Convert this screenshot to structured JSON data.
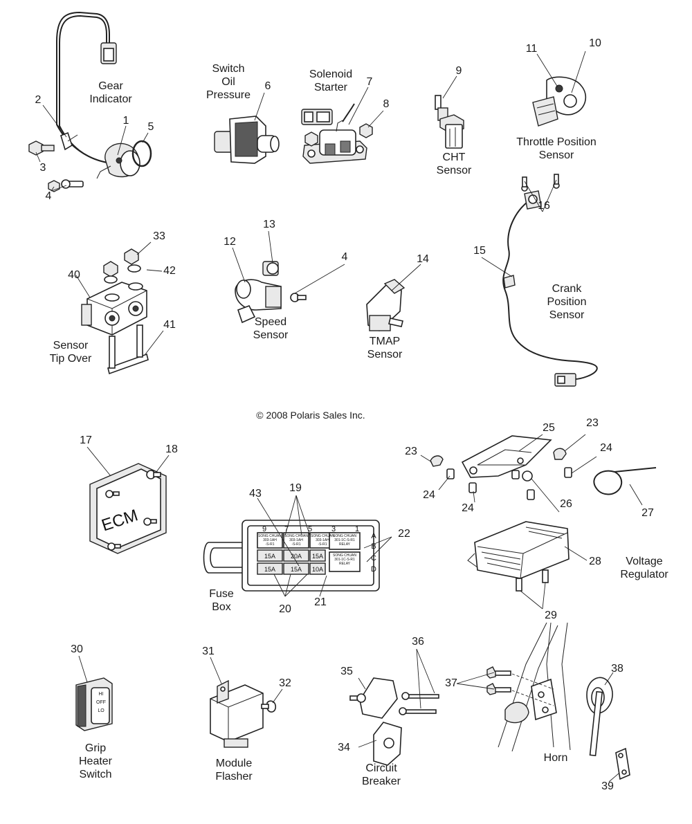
{
  "copyright": "© 2008 Polaris Sales Inc.",
  "groups": {
    "gear_indicator": [
      "Gear",
      "Indicator"
    ],
    "switch_oil_pressure": [
      "Switch",
      "Oil",
      "Pressure"
    ],
    "solenoid_starter": [
      "Solenoid",
      "Starter"
    ],
    "cht_sensor": [
      "CHT",
      "Sensor"
    ],
    "throttle_position_sensor": [
      "Throttle Position",
      "Sensor"
    ],
    "sensor_tip_over": [
      "Sensor",
      "Tip Over"
    ],
    "speed_sensor": [
      "Speed",
      "Sensor"
    ],
    "tmap_sensor": [
      "TMAP",
      "Sensor"
    ],
    "crank_position_sensor": [
      "Crank",
      "Position",
      "Sensor"
    ],
    "voltage_regulator": [
      "Voltage",
      "Regulator"
    ],
    "fuse_box": [
      "Fuse",
      "Box"
    ],
    "grip_heater_switch": [
      "Grip",
      "Heater",
      "Switch"
    ],
    "module_flasher": [
      "Module",
      "Flasher"
    ],
    "circuit_breaker": [
      "Circuit",
      "Breaker"
    ],
    "horn": [
      "Horn"
    ]
  },
  "callouts": {
    "c1": "1",
    "c2": "2",
    "c3": "3",
    "c4a": "4",
    "c4b": "4",
    "c5": "5",
    "c6": "6",
    "c7": "7",
    "c8": "8",
    "c9": "9",
    "c10": "10",
    "c11": "11",
    "c12": "12",
    "c13": "13",
    "c14": "14",
    "c15": "15",
    "c16": "16",
    "c17": "17",
    "c18": "18",
    "c19": "19",
    "c20": "20",
    "c21": "21",
    "c22": "22",
    "c23a": "23",
    "c23b": "23",
    "c24a": "24",
    "c24b": "24",
    "c24c": "24",
    "c25": "25",
    "c26": "26",
    "c27": "27",
    "c28": "28",
    "c29": "29",
    "c30": "30",
    "c31": "31",
    "c32": "32",
    "c33": "33",
    "c34": "34",
    "c35": "35",
    "c36": "36",
    "c37": "37",
    "c38": "38",
    "c39": "39",
    "c40": "40",
    "c41": "41",
    "c42": "42",
    "c43": "43"
  },
  "ecm_text": "ECM",
  "fuse_box": {
    "top_numbers": [
      "9",
      "7",
      "5",
      "3",
      "1"
    ],
    "row_letters": [
      "A",
      "B",
      "C",
      "D"
    ],
    "relay_labels": [
      [
        "SONG CHUAN",
        "303-1AH",
        "-S-R1"
      ],
      [
        "SONG CHUAN",
        "303-1AH",
        "-S-R1"
      ],
      [
        "SONG CHUAN",
        "303-1AH",
        "-S-R1"
      ],
      [
        "SONG CHUAN",
        "301-1C-S-R1",
        "RELAY"
      ],
      [
        "SONG CHUAN",
        "301-1C-S-R1",
        "RELAY"
      ]
    ],
    "fuse_ratings": [
      "15A",
      "20A",
      "15A",
      "15A",
      "15A",
      "10A"
    ]
  },
  "switch_text": [
    "HI",
    "OFF",
    "LO"
  ]
}
